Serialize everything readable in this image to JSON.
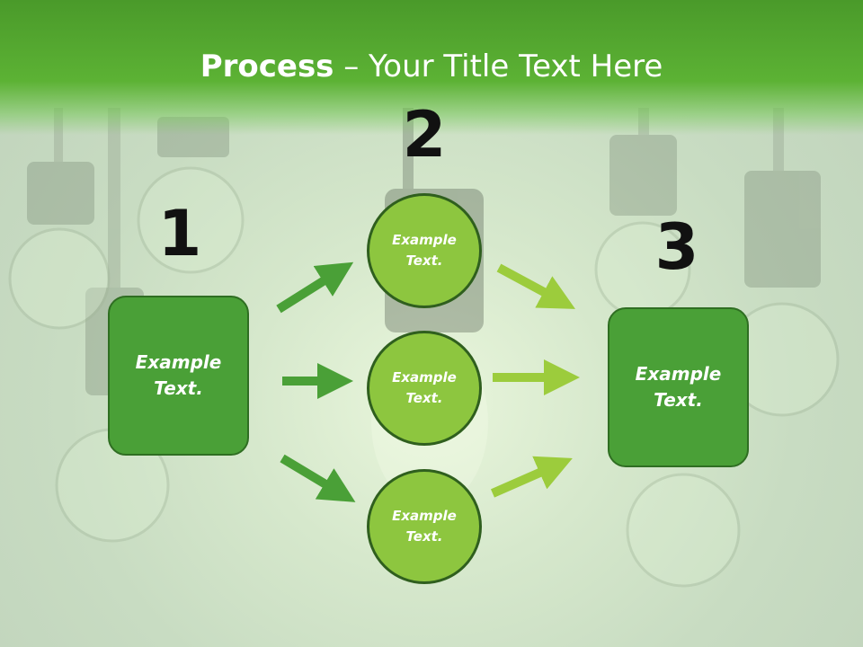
{
  "title": {
    "bold": "Process",
    "rest": " – Your Title Text Here"
  },
  "steps": [
    {
      "number": "1",
      "text": "Example\nText."
    },
    {
      "number": "2",
      "items": [
        "Example\nText.",
        "Example\nText.",
        "Example\nText."
      ]
    },
    {
      "number": "3",
      "text": "Example\nText."
    }
  ],
  "colors": {
    "header": "#5cb234",
    "box": "#4aa037",
    "circle": "#8dc63f",
    "arrow_left": "#4aa037",
    "arrow_right": "#9ccc3c"
  },
  "icons": {
    "background": "light-bulb-icon",
    "connector": "arrow-right-icon"
  }
}
